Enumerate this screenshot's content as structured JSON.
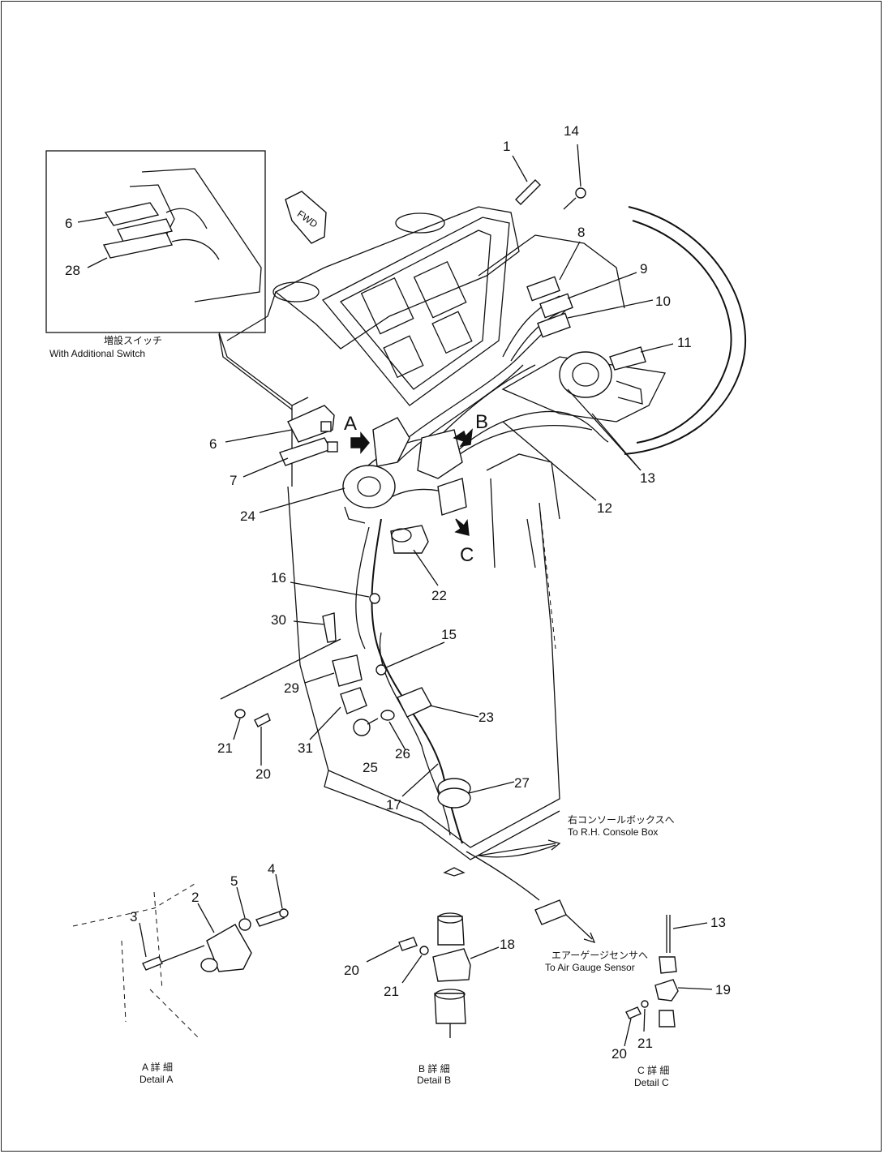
{
  "inset": {
    "caption_jp": "増設スイッチ",
    "caption_en": "With Additional Switch",
    "labels": [
      "6",
      "28"
    ]
  },
  "fwd_label": "FWD",
  "views": [
    "A",
    "B",
    "C"
  ],
  "part_numbers": [
    "1",
    "14",
    "8",
    "9",
    "10",
    "11",
    "13",
    "12",
    "6",
    "7",
    "24",
    "22",
    "16",
    "30",
    "15",
    "29",
    "23",
    "21",
    "20",
    "31",
    "25",
    "26",
    "17",
    "27"
  ],
  "callouts": {
    "console": {
      "jp": "右コンソールボックスへ",
      "en": "To R.H. Console Box"
    },
    "air_gauge": {
      "jp": "エアーゲージセンサへ",
      "en": "To Air Gauge Sensor"
    }
  },
  "detail_a": {
    "labels": [
      "2",
      "3",
      "4",
      "5"
    ],
    "caption_jp": "A 詳 細",
    "caption_en": "Detail A"
  },
  "detail_b": {
    "labels": [
      "18",
      "20",
      "21"
    ],
    "caption_jp": "B 詳 細",
    "caption_en": "Detail B"
  },
  "detail_c": {
    "labels": [
      "13",
      "19",
      "20",
      "21"
    ],
    "caption_jp": "C 詳 細",
    "caption_en": "Detail C"
  }
}
